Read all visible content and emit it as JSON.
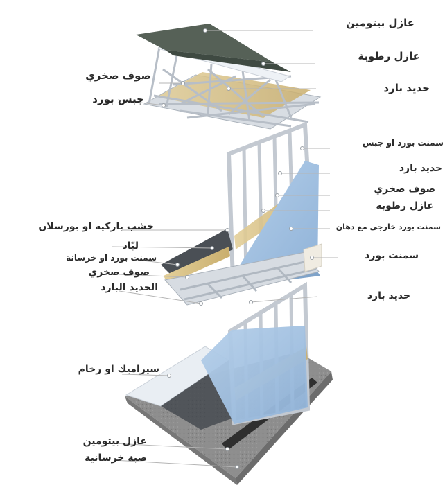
{
  "roof": {
    "bitumen_insulation": "عازل بيتومين",
    "moisture_barrier": "عازل رطوبة",
    "rock_wool": "صوف صخري",
    "cold_steel": "حديد بارد",
    "gypsum_board": "جبس بورد"
  },
  "wall": {
    "board_or_gypsum": "سمنت بورد او جبس",
    "cold_steel": "حديد بارد",
    "rock_wool": "صوف صخري",
    "moisture_barrier": "عازل رطوبة",
    "exterior_board_paint": "سمنت بورد خارجي مع دهان"
  },
  "floor": {
    "parquet_or_porcelain": "خشب باركية او بورسلان",
    "felt": "لبّاد",
    "board_or_concrete": "سمنت بورد او خرسانة",
    "rock_wool": "صوف صخري",
    "cold_steel": "الحديد البارد",
    "cement_board": "سمنت بورد",
    "cold_steel_right": "حديد بارد"
  },
  "base": {
    "ceramic_or_marble": "سيراميك او رخام",
    "bitumen_insulation": "عازل بيتومين",
    "concrete_slab": "صبة خرسانية"
  },
  "colors": {
    "roof_shingle": "#4f5a52",
    "steel": "#c9cfd6",
    "rock_wool": "#d9c48f",
    "board_blue": "#a6c4e3",
    "concrete": "#8b8b8b",
    "leader": "#b5b5b5"
  }
}
